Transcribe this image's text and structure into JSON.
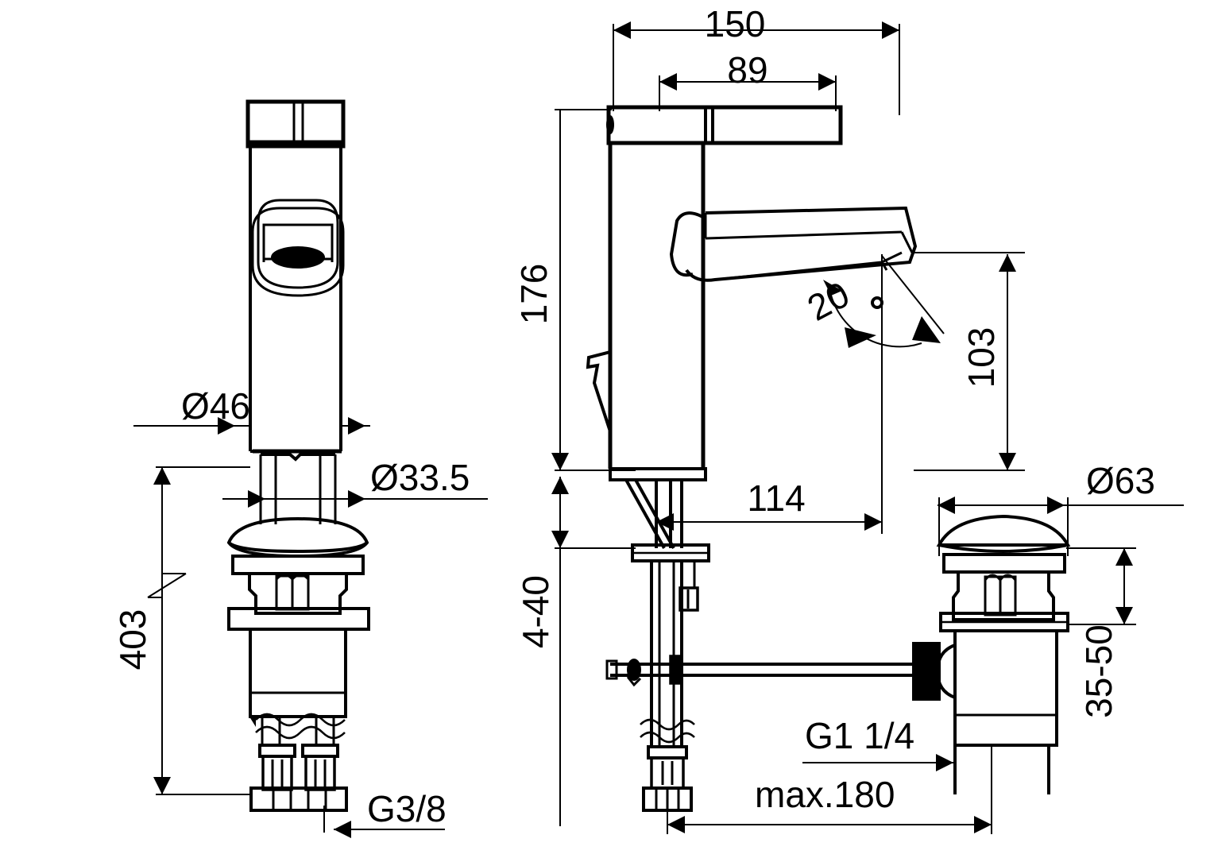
{
  "drawing": {
    "title": "Basin mixer tap technical dimension drawing",
    "units": "mm",
    "line_color": "#000000",
    "background_color": "#ffffff"
  },
  "views": {
    "left": {
      "name": "front-view-faucet",
      "label": "Front view of basin mixer with shank and supply hoses"
    },
    "center": {
      "name": "side-view-faucet",
      "label": "Side view of basin mixer with pop-up waste rod"
    },
    "right": {
      "name": "detail-view-waste",
      "label": "Pop-up waste assembly detail"
    }
  },
  "dimensions": {
    "overall_length": "150",
    "lever_length": "89",
    "body_height": "176",
    "spout_height": "103",
    "spout_reach": "114",
    "total_height": "403",
    "body_diameter": "Ø46",
    "shank_diameter": "Ø33.5",
    "waste_cap_diameter": "Ø63",
    "deck_thickness": "4-40",
    "waste_thickness_range": "35-50",
    "spout_angle": "20°",
    "supply_thread": "G3/8",
    "waste_thread": "G1 1/4",
    "waste_max_length": "max.180"
  },
  "labels": [
    {
      "id": "dim-150",
      "text": "150"
    },
    {
      "id": "dim-89",
      "text": "89"
    },
    {
      "id": "dim-176",
      "text": "176"
    },
    {
      "id": "dim-103",
      "text": "103"
    },
    {
      "id": "dim-114",
      "text": "114"
    },
    {
      "id": "dim-403",
      "text": "403"
    },
    {
      "id": "dim-d46",
      "text": "Ø46"
    },
    {
      "id": "dim-d335",
      "text": "Ø33.5"
    },
    {
      "id": "dim-d63",
      "text": "Ø63"
    },
    {
      "id": "dim-4-40",
      "text": "4-40"
    },
    {
      "id": "dim-35-50",
      "text": "35-50"
    },
    {
      "id": "dim-20deg",
      "text": "20"
    },
    {
      "id": "dim-g38",
      "text": "G3/8"
    },
    {
      "id": "dim-g114",
      "text": "G1 1/4"
    },
    {
      "id": "dim-max180",
      "text": "max.180"
    }
  ]
}
